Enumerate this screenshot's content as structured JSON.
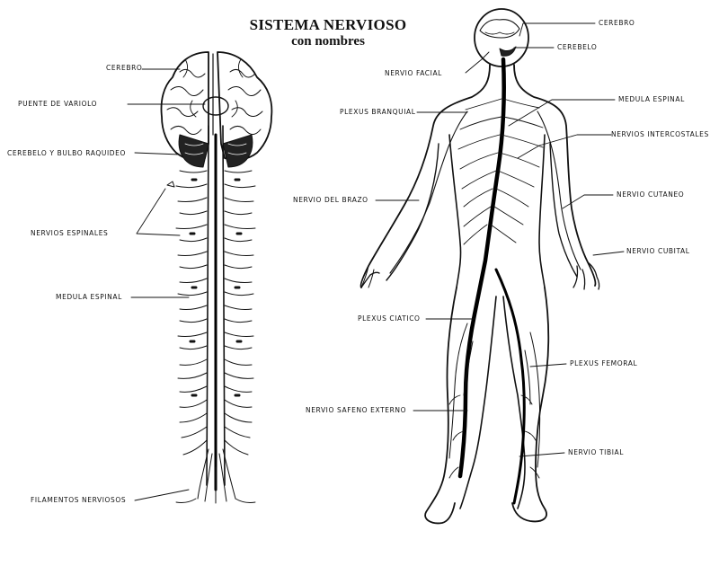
{
  "title": "SISTEMA NERVIOSO",
  "subtitle": "con nombres",
  "left_labels": {
    "cerebro": "CEREBRO",
    "puente": "PUENTE DE VARIOLO",
    "cerebelo_bulbo": "CEREBELO Y BULBO RAQUIDEO",
    "nervios_espinales": "NERVIOS ESPINALES",
    "medula": "MEDULA ESPINAL",
    "filamentos": "FILAMENTOS NERVIOSOS"
  },
  "right_labels": {
    "cerebro": "CEREBRO",
    "cerebelo": "CEREBELO",
    "facial": "NERVIO FACIAL",
    "medula": "MEDULA ESPINAL",
    "branquial": "PLEXUS BRANQUIAL",
    "intercostales": "NERVIOS INTERCOSTALES",
    "brazo": "NERVIO DEL BRAZO",
    "cutaneo": "NERVIO CUTANEO",
    "cubital": "NERVIO CUBITAL",
    "ciatico": "PLEXUS CIATICO",
    "femoral": "PLEXUS FEMORAL",
    "safeno": "NERVIO SAFENO EXTERNO",
    "tibial": "NERVIO TIBIAL"
  }
}
